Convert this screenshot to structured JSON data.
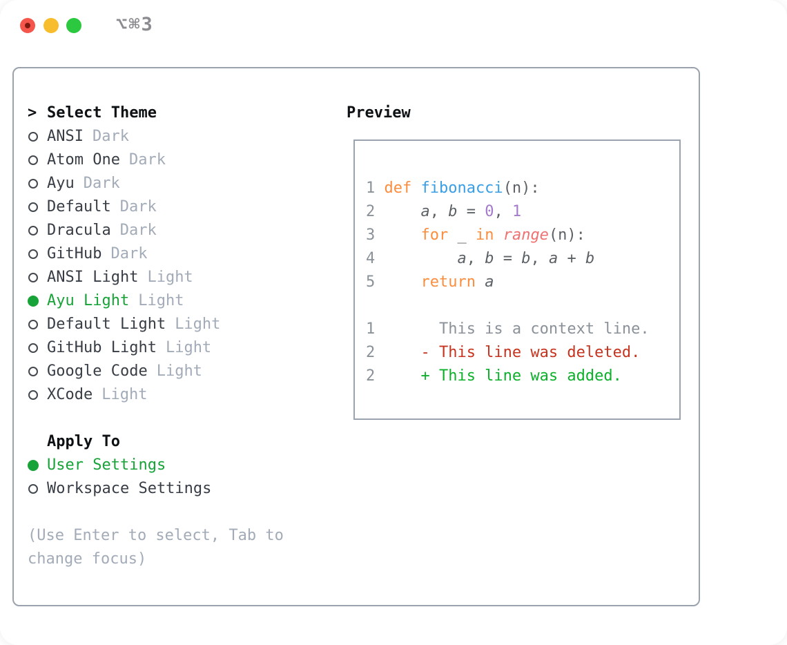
{
  "titlebar": {
    "shortcut": "⌥⌘3",
    "traffic_lights": [
      "close",
      "minimize",
      "zoom"
    ]
  },
  "theme_panel": {
    "header": {
      "prefix": ">",
      "label": "Select Theme"
    },
    "items": [
      {
        "name": "ANSI",
        "badge": "Dark",
        "selected": false
      },
      {
        "name": "Atom One",
        "badge": "Dark",
        "selected": false
      },
      {
        "name": "Ayu",
        "badge": "Dark",
        "selected": false
      },
      {
        "name": "Default",
        "badge": "Dark",
        "selected": false
      },
      {
        "name": "Dracula",
        "badge": "Dark",
        "selected": false
      },
      {
        "name": "GitHub",
        "badge": "Dark",
        "selected": false
      },
      {
        "name": "ANSI Light",
        "badge": "Light",
        "selected": false
      },
      {
        "name": "Ayu Light",
        "badge": "Light",
        "selected": true
      },
      {
        "name": "Default Light",
        "badge": "Light",
        "selected": false
      },
      {
        "name": "GitHub Light",
        "badge": "Light",
        "selected": false
      },
      {
        "name": "Google Code",
        "badge": "Light",
        "selected": false
      },
      {
        "name": "XCode",
        "badge": "Light",
        "selected": false
      }
    ],
    "apply_to": {
      "label": "Apply To",
      "options": [
        {
          "name": "User Settings",
          "selected": true
        },
        {
          "name": "Workspace Settings",
          "selected": false
        }
      ]
    },
    "hint": "(Use Enter to select, Tab to change focus)"
  },
  "preview": {
    "label": "Preview",
    "lines": [
      {
        "num": "1",
        "tokens": [
          {
            "t": "def ",
            "s": "kw"
          },
          {
            "t": "fibonacci",
            "s": "fn"
          },
          {
            "t": "(n):",
            "s": "pl"
          }
        ]
      },
      {
        "num": "2",
        "tokens": [
          {
            "t": "    ",
            "s": "pl"
          },
          {
            "t": "a",
            "s": "var"
          },
          {
            "t": ", ",
            "s": "pl"
          },
          {
            "t": "b",
            "s": "var"
          },
          {
            "t": " = ",
            "s": "pl"
          },
          {
            "t": "0",
            "s": "num"
          },
          {
            "t": ", ",
            "s": "pl"
          },
          {
            "t": "1",
            "s": "num"
          }
        ]
      },
      {
        "num": "3",
        "tokens": [
          {
            "t": "    ",
            "s": "pl"
          },
          {
            "t": "for ",
            "s": "kw"
          },
          {
            "t": "_ ",
            "s": "pl"
          },
          {
            "t": "in ",
            "s": "kw"
          },
          {
            "t": "range",
            "s": "call"
          },
          {
            "t": "(n):",
            "s": "pl"
          }
        ]
      },
      {
        "num": "4",
        "tokens": [
          {
            "t": "        ",
            "s": "pl"
          },
          {
            "t": "a",
            "s": "var"
          },
          {
            "t": ", ",
            "s": "pl"
          },
          {
            "t": "b",
            "s": "var"
          },
          {
            "t": " = ",
            "s": "pl"
          },
          {
            "t": "b",
            "s": "var"
          },
          {
            "t": ", ",
            "s": "pl"
          },
          {
            "t": "a",
            "s": "var"
          },
          {
            "t": " + ",
            "s": "pl"
          },
          {
            "t": "b",
            "s": "var"
          }
        ]
      },
      {
        "num": "5",
        "tokens": [
          {
            "t": "    ",
            "s": "pl"
          },
          {
            "t": "return ",
            "s": "kw"
          },
          {
            "t": "a",
            "s": "var"
          }
        ]
      },
      {
        "num": "",
        "tokens": []
      },
      {
        "num": "1",
        "tokens": [
          {
            "t": "      This is a context line.",
            "s": "ctx"
          }
        ]
      },
      {
        "num": "2",
        "tokens": [
          {
            "t": "    - This line was deleted.",
            "s": "del"
          }
        ]
      },
      {
        "num": "2",
        "tokens": [
          {
            "t": "    + This line was added.",
            "s": "add"
          }
        ]
      }
    ]
  },
  "colors": {
    "heading": "#0e1114",
    "text": "#383d45",
    "muted": "#a2abb7",
    "border": "#9aa2ad",
    "ring": "#43484f",
    "green": "#17a337",
    "gutter": "#8a9199",
    "code": "#5c6166",
    "keyword": "#fa8d3e",
    "entity": "#399ee6",
    "constant": "#a37acc",
    "special": "#f07171",
    "context": "#8a9199",
    "removed": "#c6331f",
    "added": "#0db02b",
    "titlebar_text": "#8b8b90",
    "traffic_red": "#f4564c",
    "traffic_yellow": "#f8bd2d",
    "traffic_green": "#2bc840"
  }
}
